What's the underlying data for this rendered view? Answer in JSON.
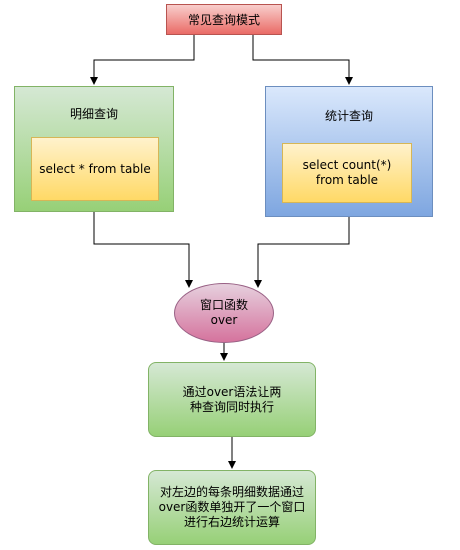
{
  "nodes": {
    "title": "常见查询模式",
    "detail_query": "明细查询",
    "detail_sql": "select * from table",
    "stat_query": "统计查询",
    "stat_sql": "select count(*) from table",
    "window_func": "窗口函数\nover",
    "step1": "通过over语法让两\n种查询同时执行",
    "step2": "对左边的每条明细数据通过\nover函数单独开了一个窗口\n进行右边统计运算"
  },
  "colors": {
    "title_fill": "#f8cecc",
    "green_fill": "#d5e8d4",
    "blue_fill": "#dae8fc",
    "yellow_fill": "#fff2cc",
    "pink_fill": "#e6d0de",
    "edge": "#000000"
  }
}
